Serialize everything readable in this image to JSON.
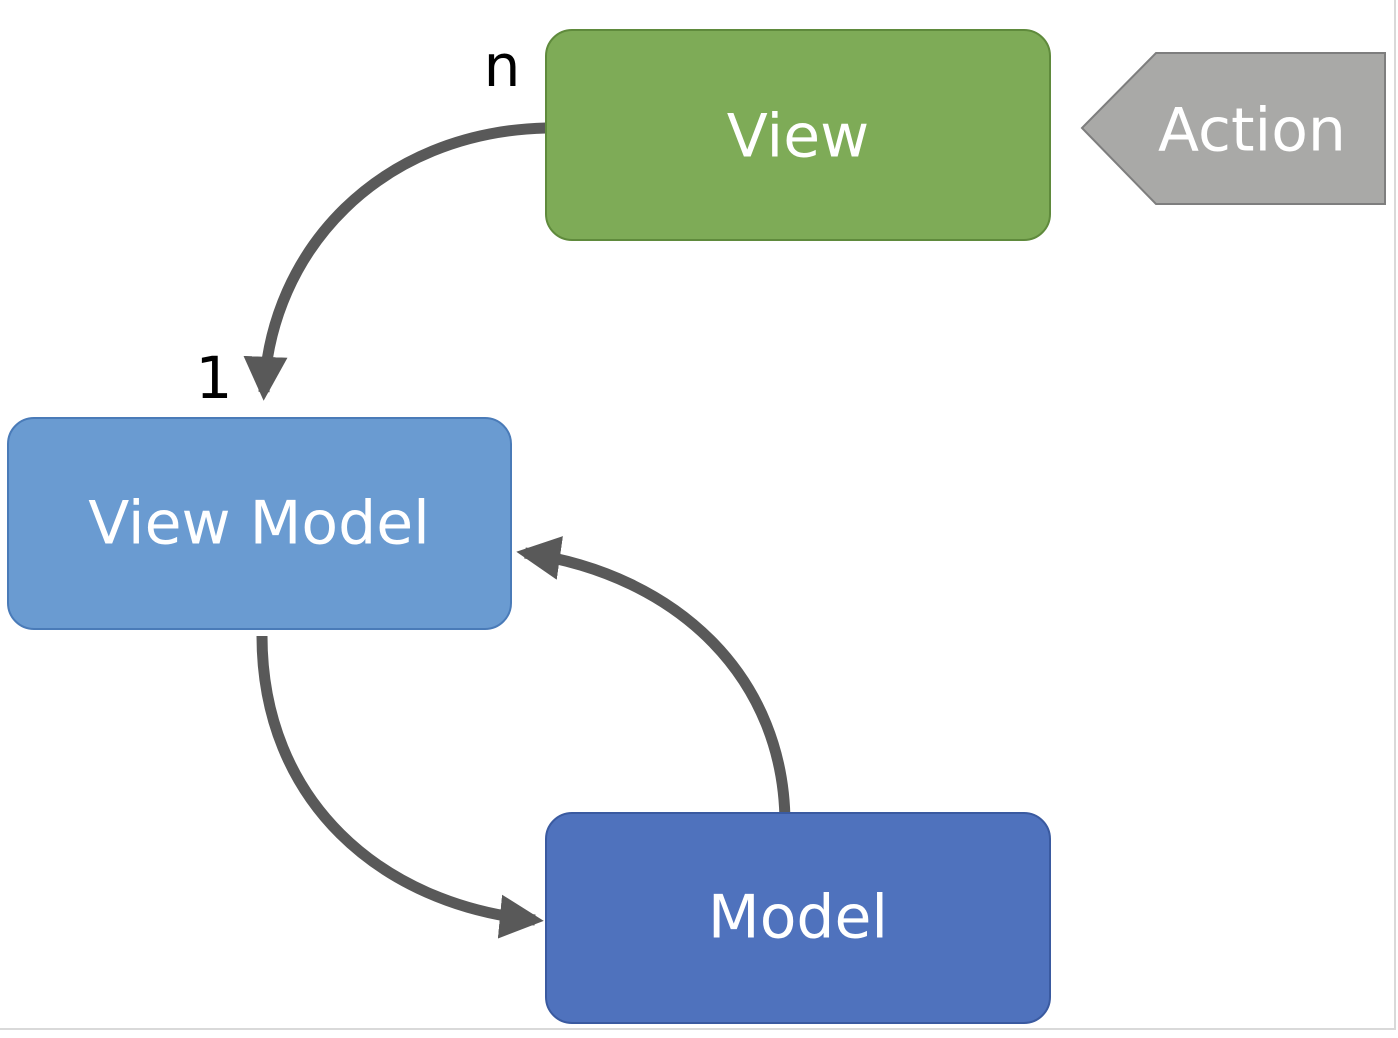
{
  "nodes": {
    "view": {
      "label": "View",
      "color": "#7eab57",
      "border": "#5f8a3c"
    },
    "view_model": {
      "label": "View Model",
      "color": "#6a9bd1",
      "border": "#4a7bb8"
    },
    "model": {
      "label": "Model",
      "color": "#4f72bd",
      "border": "#3a5aa0"
    },
    "action": {
      "label": "Action",
      "color": "#a9a9a7",
      "border": "#7e7e7e"
    }
  },
  "edges": {
    "view_to_viewmodel": {
      "source_label": "n",
      "target_label": "1"
    },
    "viewmodel_to_model": {},
    "model_to_viewmodel": {}
  },
  "arrow_color": "#595959"
}
